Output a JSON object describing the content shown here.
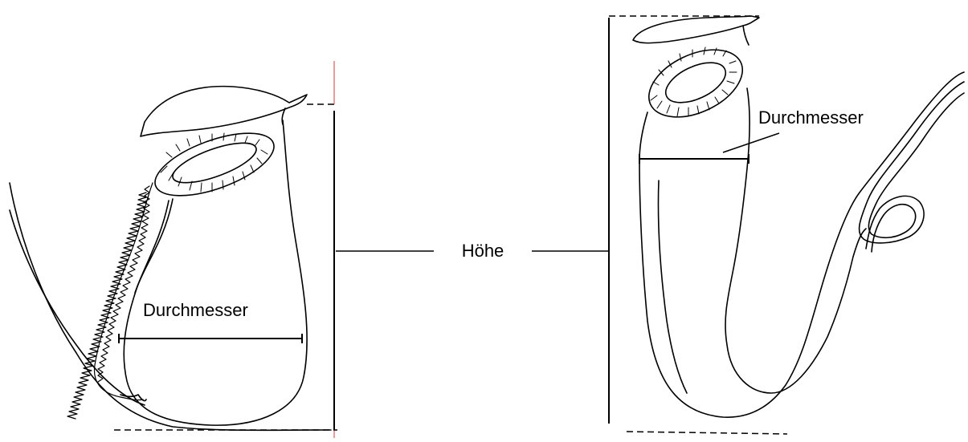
{
  "labels": {
    "height": "Höhe",
    "diameter_left": "Durchmesser",
    "diameter_right": "Durchmesser"
  },
  "colors": {
    "ink": "#000000",
    "background": "#ffffff",
    "accent_line": "#d33a3a"
  }
}
